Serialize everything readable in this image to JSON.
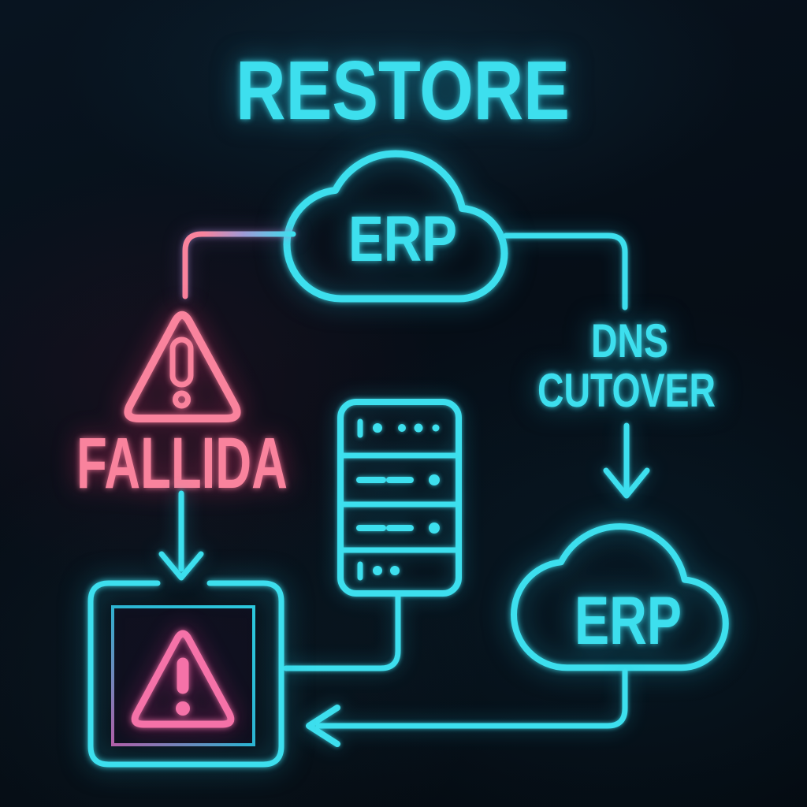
{
  "title": "RESTORE",
  "colors": {
    "cyan": "#3ddfee",
    "cyan_dim": "#2cc9dd",
    "pink": "#f9839d",
    "magenta": "#f572a8",
    "background": "#060e17"
  },
  "nodes": {
    "cloud_top": {
      "label": "ERP"
    },
    "warning": {
      "label": "FALLIDA"
    },
    "dns": {
      "line1": "DNS",
      "line2": "CUTOVER"
    },
    "cloud_bottom": {
      "label": "ERP"
    }
  }
}
